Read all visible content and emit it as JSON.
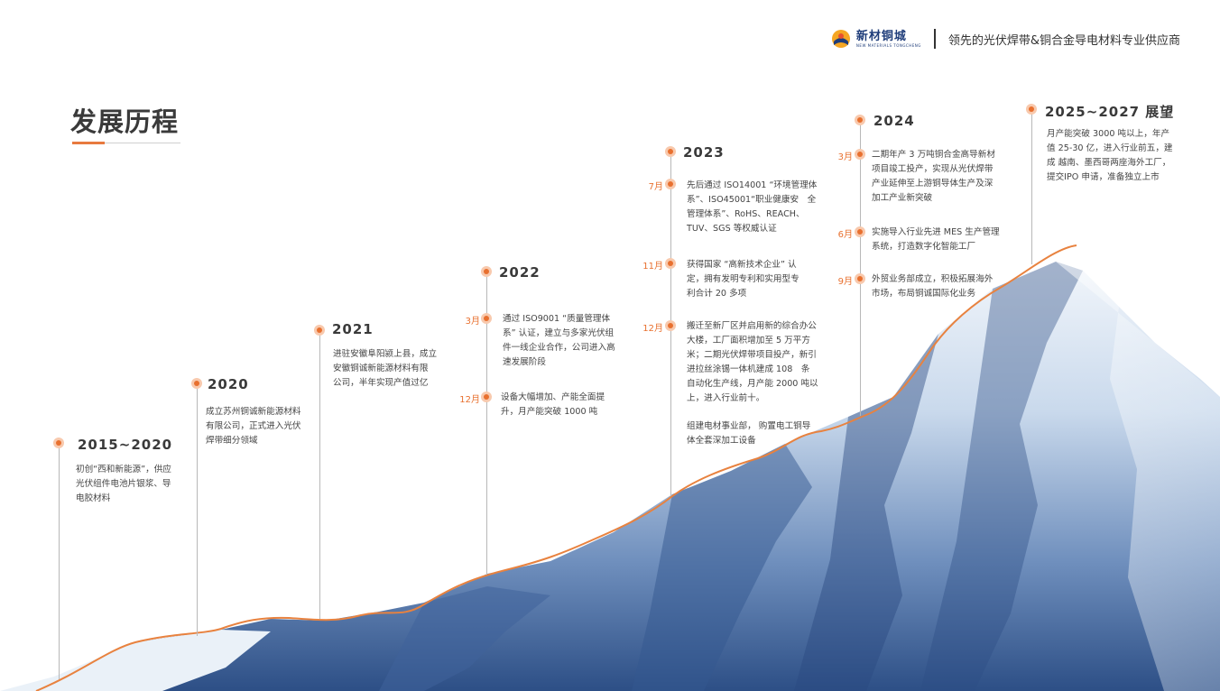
{
  "header": {
    "logo_cn": "新材铜城",
    "logo_en": "NEW MATERIALS TONGCHENG",
    "slogan": "领先的光伏焊带&铜合金导电材料专业供应商"
  },
  "title": "发展历程",
  "milestones": [
    {
      "year": "2015~2020",
      "text": "初创“西和新能源”，供应光伏组件电池片银浆、导电胶材料"
    },
    {
      "year": "2020",
      "text": "成立苏州铜诚新能源材料有限公司，正式进入光伏焊带细分领域"
    },
    {
      "year": "2021",
      "text": "进驻安徽阜阳颍上县，成立 安徽铜诚新能源材料有限 公司，半年实现产值过亿"
    },
    {
      "year": "2022",
      "events": [
        {
          "month": "3月",
          "text": "通过 ISO9001 “质量管理体 系” 认证，建立与多家光伏组 件一线企业合作，公司进入高速发展阶段"
        },
        {
          "month": "12月",
          "text": "设备大幅增加、产能全面提升，月产能突破 1000 吨"
        }
      ]
    },
    {
      "year": "2023",
      "events": [
        {
          "month": "7月",
          "text": "先后通过 ISO14001 “环境管理体系”、ISO45001“职业健康安　全管理体系”、RoHS、REACH、 TUV、SGS 等权威认证"
        },
        {
          "month": "11月",
          "text": "获得国家 “高新技术企业” 认　定，拥有发明专利和实用型专　利合计 20 多项"
        },
        {
          "month": "12月",
          "text": "搬迁至新厂区并启用新的综合办公大楼，工厂面积增加至 5 万平方米；二期光伏焊带项目投产，新引进拉丝涂锡一体机建成 108　条自动化生产线，月产能 2000 吨以上，进入行业前十。"
        },
        {
          "month": "",
          "text": "组建电材事业部， 购置电工铜导体全套深加工设备"
        }
      ]
    },
    {
      "year": "2024",
      "events": [
        {
          "month": "3月",
          "text": "二期年产 3 万吨铜合金高导新材项目竣工投产，实现从光伏焊带产业延伸至上游铜导体生产及深加工产业新突破"
        },
        {
          "month": "6月",
          "text": "实施导入行业先进 MES 生产管理系统，打造数字化智能工厂"
        },
        {
          "month": "9月",
          "text": "外贸业务部成立，积极拓展海外 市场，布局铜诚国际化业务"
        }
      ]
    },
    {
      "year": "2025~2027 展望",
      "text": "月产能突破 3000 吨以上，年产值 25-30 亿，进入行业前五，建成 越南、墨西哥两座海外工厂，提交IPO 申请，准备独立上市"
    }
  ],
  "colors": {
    "accent": "#e8702f",
    "title": "#3a3a3a",
    "mountain_dark": "#2d4f86",
    "mountain_light": "#e9f1f8"
  }
}
